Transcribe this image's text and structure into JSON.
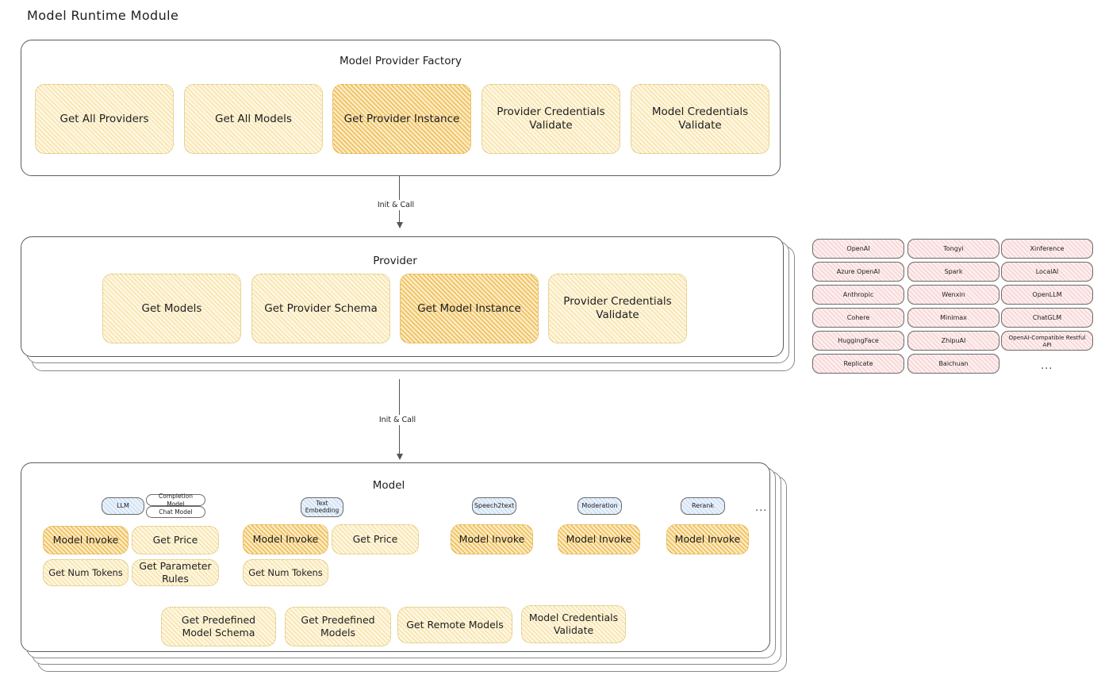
{
  "page": {
    "title": "Model Runtime Module"
  },
  "factory": {
    "title": "Model Provider Factory",
    "nodes": [
      {
        "label": "Get All Providers",
        "highlight": false
      },
      {
        "label": "Get All Models",
        "highlight": false
      },
      {
        "label": "Get Provider Instance",
        "highlight": true
      },
      {
        "label": "Provider Credentials Validate",
        "highlight": false
      },
      {
        "label": "Model Credentials Validate",
        "highlight": false
      }
    ]
  },
  "arrows": [
    {
      "label": "Init & Call"
    },
    {
      "label": "Init & Call"
    }
  ],
  "provider": {
    "title": "Provider",
    "nodes": [
      {
        "label": "Get Models",
        "highlight": false
      },
      {
        "label": "Get Provider Schema",
        "highlight": false
      },
      {
        "label": "Get Model Instance",
        "highlight": true
      },
      {
        "label": "Provider Credentials Validate",
        "highlight": false
      }
    ]
  },
  "provider_list": {
    "columns": [
      [
        "OpenAI",
        "Azure OpenAI",
        "Anthropic",
        "Cohere",
        "HuggingFace",
        "Replicate"
      ],
      [
        "Tongyi",
        "Spark",
        "Wenxin",
        "Minimax",
        "ZhipuAI",
        "Baichuan"
      ],
      [
        "Xinference",
        "LocalAI",
        "OpenLLM",
        "ChatGLM",
        "OpenAI-Compatible Restful API"
      ]
    ],
    "more": "..."
  },
  "model": {
    "title": "Model",
    "more": "...",
    "types": [
      {
        "badge": "LLM",
        "sub_badges": [
          "Completion Model",
          "Chat Model"
        ],
        "methods": [
          {
            "label": "Model Invoke",
            "highlight": true
          },
          {
            "label": "Get Price",
            "highlight": false
          },
          {
            "label": "Get Num Tokens",
            "highlight": false
          },
          {
            "label": "Get Parameter Rules",
            "highlight": false
          }
        ]
      },
      {
        "badge": "Text Embedding",
        "sub_badges": [],
        "methods": [
          {
            "label": "Model Invoke",
            "highlight": true
          },
          {
            "label": "Get Price",
            "highlight": false
          },
          {
            "label": "Get Num Tokens",
            "highlight": false
          }
        ]
      },
      {
        "badge": "Speech2text",
        "sub_badges": [],
        "methods": [
          {
            "label": "Model Invoke",
            "highlight": true
          }
        ]
      },
      {
        "badge": "Moderation",
        "sub_badges": [],
        "methods": [
          {
            "label": "Model Invoke",
            "highlight": true
          }
        ]
      },
      {
        "badge": "Rerank",
        "sub_badges": [],
        "methods": [
          {
            "label": "Model Invoke",
            "highlight": true
          }
        ]
      }
    ],
    "common_methods": [
      "Get Predefined Model Schema",
      "Get Predefined Models",
      "Get Remote Models",
      "Model Credentials Validate"
    ]
  }
}
